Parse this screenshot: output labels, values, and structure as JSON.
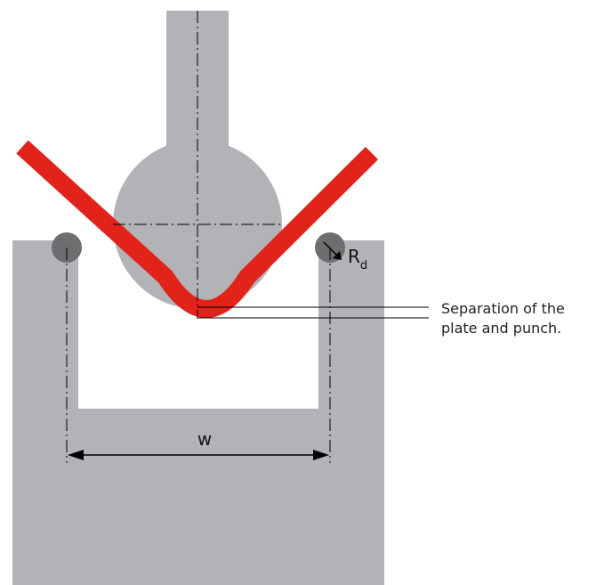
{
  "labels": {
    "radius_main": "R",
    "radius_sub": "d",
    "width": "w",
    "separation_line1": "Separation of the",
    "separation_line2": "plate and punch."
  },
  "colors": {
    "die": "#b1b3b6",
    "punch": "#b1b3b6",
    "plate": "#e2231a",
    "roller": "#6d6e70",
    "line": "#000000"
  }
}
